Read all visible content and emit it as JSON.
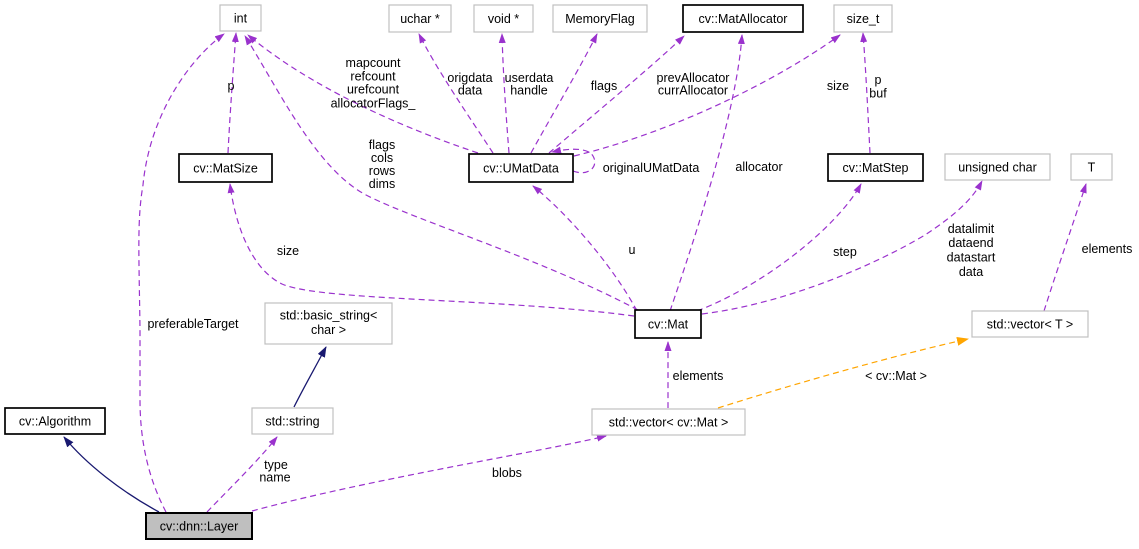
{
  "diagram": {
    "type": "doxygen-collaboration-graph",
    "main_class": "cv::dnn::Layer"
  },
  "colors": {
    "usage_edge": "#9a32cd",
    "template_edge": "#ffa500",
    "inheritance_edge": "#191970",
    "documented_border": "#000000",
    "external_border": "#c0c0c0",
    "selected_fill": "#bfbfbf",
    "node_fill": "#ffffff",
    "background": "#ffffff"
  },
  "nodes": {
    "int": {
      "label": "int"
    },
    "uchar_ptr": {
      "label": "uchar *"
    },
    "void_ptr": {
      "label": "void *"
    },
    "memoryflag": {
      "label": "MemoryFlag"
    },
    "mat_allocator": {
      "label": "cv::MatAllocator"
    },
    "size_t": {
      "label": "size_t"
    },
    "mat_size": {
      "label": "cv::MatSize"
    },
    "umatdata": {
      "label": "cv::UMatData"
    },
    "mat_step": {
      "label": "cv::MatStep"
    },
    "unsigned_char": {
      "label": "unsigned char"
    },
    "t": {
      "label": "T"
    },
    "basic_string": {
      "lines": [
        "std::basic_string<",
        "char >"
      ]
    },
    "mat": {
      "label": "cv::Mat"
    },
    "vector_t": {
      "label": "std::vector< T >"
    },
    "algorithm": {
      "label": "cv::Algorithm"
    },
    "std_string": {
      "label": "std::string"
    },
    "vector_mat": {
      "label": "std::vector< cv::Mat >"
    },
    "layer": {
      "label": "cv::dnn::Layer"
    }
  },
  "edge_labels": {
    "matsize_int": "p",
    "umatdata_int": [
      "mapcount",
      "refcount",
      "urefcount",
      "allocatorFlags_"
    ],
    "mat_int": [
      "flags",
      "cols",
      "rows",
      "dims"
    ],
    "umatdata_uchar": [
      "origdata",
      "data"
    ],
    "umatdata_void": [
      "userdata",
      "handle"
    ],
    "umatdata_memoryflag": "flags",
    "umatdata_allocator": [
      "prevAllocator",
      "currAllocator"
    ],
    "umatdata_sizet": "size",
    "matstep_sizet": [
      "p",
      "buf"
    ],
    "umatdata_self": "originalUMatData",
    "mat_allocator": "allocator",
    "mat_umatdata": "u",
    "mat_matstep": "step",
    "mat_uchar": [
      "datalimit",
      "dataend",
      "datastart",
      "data"
    ],
    "vectort_t": "elements",
    "mat_matsize": "size",
    "layer_int": "preferableTarget",
    "vectormat_mat": "elements",
    "vectormat_vectort": "< cv::Mat >",
    "layer_string": [
      "type",
      "name"
    ],
    "layer_vectormat": "blobs"
  }
}
